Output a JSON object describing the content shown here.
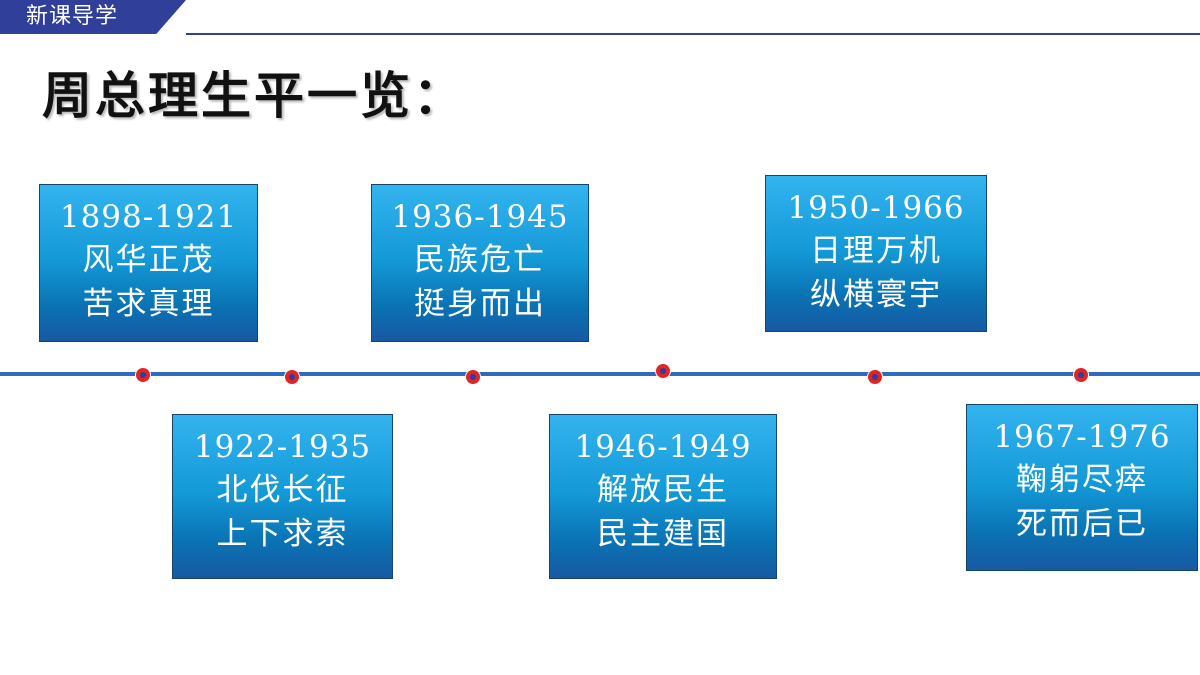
{
  "header": {
    "tag": "新课导学"
  },
  "page": {
    "title": "周总理生平一览："
  },
  "timeline": {
    "cards": [
      {
        "years": "1898-1921",
        "line1": "风华正茂",
        "line2": "苦求真理"
      },
      {
        "years": "1922-1935",
        "line1": "北伐长征",
        "line2": "上下求索"
      },
      {
        "years": "1936-1945",
        "line1": "民族危亡",
        "line2": "挺身而出"
      },
      {
        "years": "1946-1949",
        "line1": "解放民生",
        "line2": "民主建国"
      },
      {
        "years": "1950-1966",
        "line1": "日理万机",
        "line2": "纵横寰宇"
      },
      {
        "years": "1967-1976",
        "line1": "鞠躬尽瘁",
        "line2": "死而后已"
      }
    ]
  },
  "colors": {
    "header_band": "#2f3f9a",
    "timeline_line": "#2e6ac4",
    "card_top": "#33b4ef",
    "card_bottom": "#1859a3",
    "marker_ring": "#e22424",
    "marker_center": "#2a3fa0"
  }
}
